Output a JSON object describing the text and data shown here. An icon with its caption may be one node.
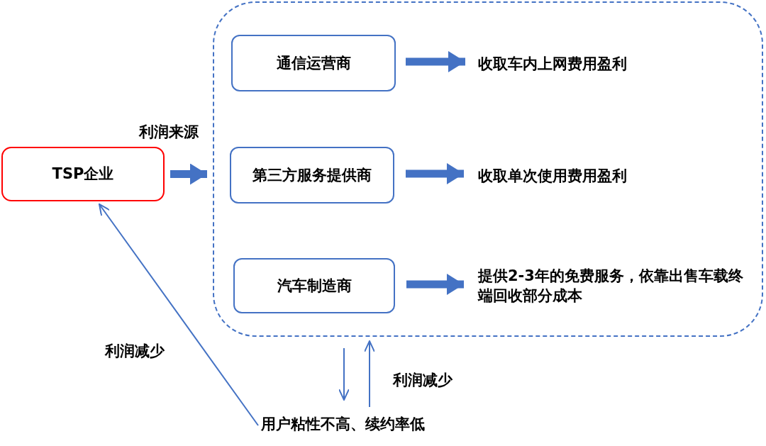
{
  "diagram": {
    "nodes": [
      {
        "text": [
          "TSP企业"
        ]
      },
      {
        "text": [],
        "shape": "box"
      },
      {
        "text": [
          "通信运营商"
        ],
        "in": 1
      },
      {
        "text": [
          "第三方服务提供商"
        ],
        "in": 1
      },
      {
        "text": [
          "汽车制造商"
        ],
        "in": 1
      },
      {
        "text": [
          "收取车内上网费用盈利"
        ],
        "in": 1
      },
      {
        "text": [
          "收取单次使用费用盈利"
        ],
        "in": 1
      },
      {
        "text": [
          "提供2-3年的免费服务，依靠出售车载终端回收部分成本"
        ],
        "in": 1
      },
      {
        "text": [
          "用户粘性不高、续约率低"
        ]
      }
    ],
    "edges": [
      {
        "from": 0,
        "to": 1,
        "arrow": "to",
        "label": "利润来源"
      },
      {
        "from": 2,
        "to": 5,
        "arrow": "to"
      },
      {
        "from": 3,
        "to": 6,
        "arrow": "to"
      },
      {
        "from": 4,
        "to": 7,
        "arrow": "to"
      },
      {
        "from": 1,
        "to": 8,
        "arrow": "to"
      },
      {
        "from": 8,
        "to": 1,
        "arrow": "to",
        "label": "利润减少"
      },
      {
        "from": 8,
        "to": 0,
        "arrow": "to",
        "label": "利润减少"
      }
    ]
  }
}
